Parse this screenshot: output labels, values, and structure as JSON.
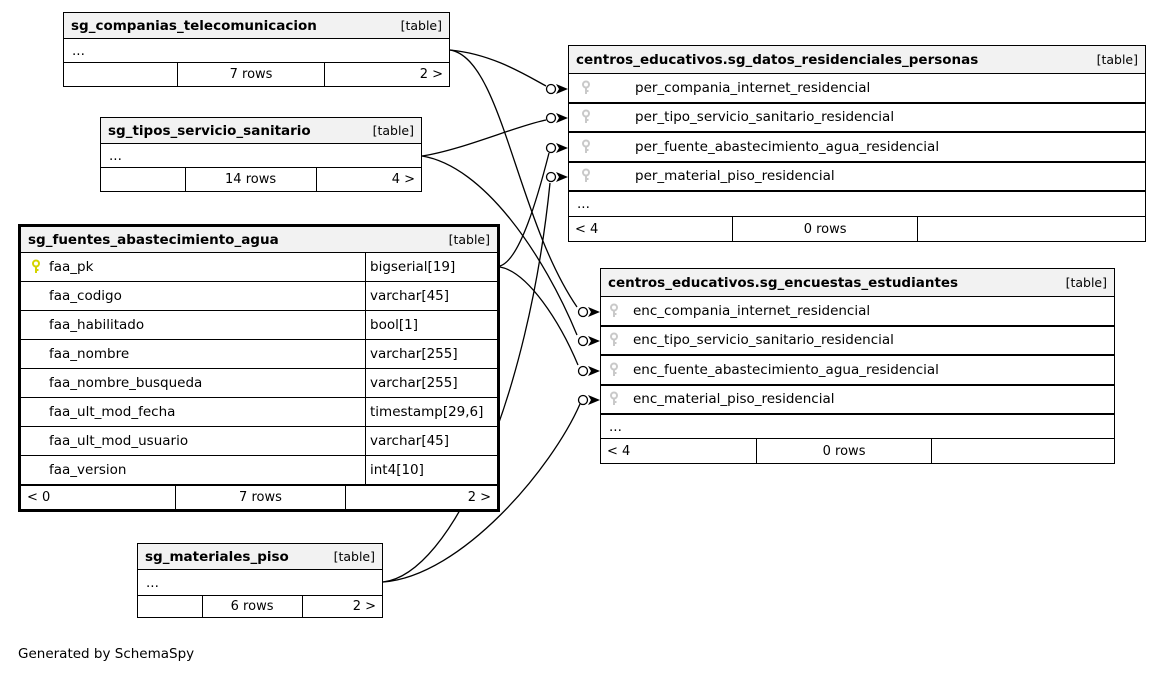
{
  "diagram": {
    "generated_by": "Generated by SchemaSpy",
    "tables": [
      {
        "id": "companias",
        "title": "sg_companias_telecomunicacion",
        "badge": "[table]",
        "ellipsis": "...",
        "footer": {
          "left": "",
          "center": "7 rows",
          "right": "2 >"
        }
      },
      {
        "id": "tipos",
        "title": "sg_tipos_servicio_sanitario",
        "badge": "[table]",
        "ellipsis": "...",
        "footer": {
          "left": "",
          "center": "14 rows",
          "right": "4 >"
        }
      },
      {
        "id": "fuentes",
        "title": "sg_fuentes_abastecimiento_agua",
        "badge": "[table]",
        "columns": [
          {
            "name": "faa_pk",
            "type": "bigserial[19]",
            "key": "primary"
          },
          {
            "name": "faa_codigo",
            "type": "varchar[45]",
            "key": "none"
          },
          {
            "name": "faa_habilitado",
            "type": "bool[1]",
            "key": "none"
          },
          {
            "name": "faa_nombre",
            "type": "varchar[255]",
            "key": "none"
          },
          {
            "name": "faa_nombre_busqueda",
            "type": "varchar[255]",
            "key": "none"
          },
          {
            "name": "faa_ult_mod_fecha",
            "type": "timestamp[29,6]",
            "key": "none"
          },
          {
            "name": "faa_ult_mod_usuario",
            "type": "varchar[45]",
            "key": "none"
          },
          {
            "name": "faa_version",
            "type": "int4[10]",
            "key": "none"
          }
        ],
        "footer": {
          "left": "< 0",
          "center": "7 rows",
          "right": "2 >"
        }
      },
      {
        "id": "personas",
        "title": "centros_educativos.sg_datos_residenciales_personas",
        "badge": "[table]",
        "columns": [
          {
            "name": "per_compania_internet_residencial",
            "key": "foreign"
          },
          {
            "name": "per_tipo_servicio_sanitario_residencial",
            "key": "foreign"
          },
          {
            "name": "per_fuente_abastecimiento_agua_residencial",
            "key": "foreign"
          },
          {
            "name": "per_material_piso_residencial",
            "key": "foreign"
          }
        ],
        "ellipsis": "...",
        "footer": {
          "left": "< 4",
          "center": "0 rows",
          "right": ""
        }
      },
      {
        "id": "estudiantes",
        "title": "centros_educativos.sg_encuestas_estudiantes",
        "badge": "[table]",
        "columns": [
          {
            "name": "enc_compania_internet_residencial",
            "key": "foreign"
          },
          {
            "name": "enc_tipo_servicio_sanitario_residencial",
            "key": "foreign"
          },
          {
            "name": "enc_fuente_abastecimiento_agua_residencial",
            "key": "foreign"
          },
          {
            "name": "enc_material_piso_residencial",
            "key": "foreign"
          }
        ],
        "ellipsis": "...",
        "footer": {
          "left": "< 4",
          "center": "0 rows",
          "right": ""
        }
      },
      {
        "id": "materiales",
        "title": "sg_materiales_piso",
        "badge": "[table]",
        "ellipsis": "...",
        "footer": {
          "left": "",
          "center": "6 rows",
          "right": "2 >"
        }
      }
    ],
    "relationships": [
      {
        "from": "sg_companias_telecomunicacion",
        "to": "centros_educativos.sg_datos_residenciales_personas.per_compania_internet_residencial"
      },
      {
        "from": "sg_companias_telecomunicacion",
        "to": "centros_educativos.sg_encuestas_estudiantes.enc_compania_internet_residencial"
      },
      {
        "from": "sg_tipos_servicio_sanitario",
        "to": "centros_educativos.sg_datos_residenciales_personas.per_tipo_servicio_sanitario_residencial"
      },
      {
        "from": "sg_tipos_servicio_sanitario",
        "to": "centros_educativos.sg_encuestas_estudiantes.enc_tipo_servicio_sanitario_residencial"
      },
      {
        "from": "sg_fuentes_abastecimiento_agua.faa_pk",
        "to": "centros_educativos.sg_datos_residenciales_personas.per_fuente_abastecimiento_agua_residencial"
      },
      {
        "from": "sg_fuentes_abastecimiento_agua.faa_pk",
        "to": "centros_educativos.sg_encuestas_estudiantes.enc_fuente_abastecimiento_agua_residencial"
      },
      {
        "from": "sg_materiales_piso",
        "to": "centros_educativos.sg_datos_residenciales_personas.per_material_piso_residencial"
      },
      {
        "from": "sg_materiales_piso",
        "to": "centros_educativos.sg_encuestas_estudiantes.enc_material_piso_residencial"
      }
    ]
  },
  "colors": {
    "primary_key_icon": "#d4d400",
    "foreign_key_icon": "#c9c9c9",
    "header_bg": "#f2f2f2",
    "line": "#000000"
  }
}
